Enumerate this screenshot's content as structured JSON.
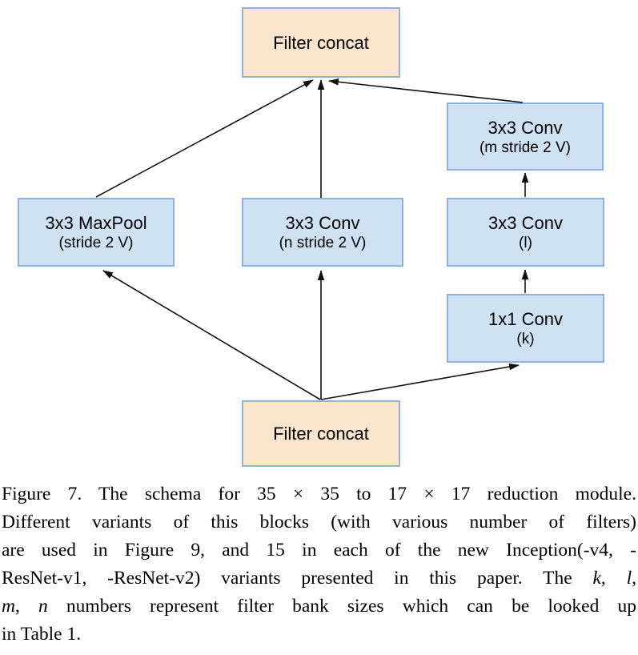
{
  "diagram": {
    "nodes": [
      {
        "id": "filter-concat-top",
        "line1": "Filter concat",
        "line2": ""
      },
      {
        "id": "maxpool-3x3",
        "line1": "3x3 MaxPool",
        "line2": "(stride 2 V)"
      },
      {
        "id": "conv-3x3-n",
        "line1": "3x3 Conv",
        "line2": "(n stride 2 V)"
      },
      {
        "id": "conv-3x3-m",
        "line1": "3x3 Conv",
        "line2": "(m stride 2 V)"
      },
      {
        "id": "conv-3x3-l",
        "line1": "3x3 Conv",
        "line2": "(l)"
      },
      {
        "id": "conv-1x1-k",
        "line1": "1x1 Conv",
        "line2": "(k)"
      },
      {
        "id": "filter-concat-bottom",
        "line1": "Filter concat",
        "line2": ""
      }
    ],
    "edges": [
      {
        "from": "maxpool-3x3",
        "to": "filter-concat-top"
      },
      {
        "from": "conv-3x3-n",
        "to": "filter-concat-top"
      },
      {
        "from": "conv-3x3-m",
        "to": "filter-concat-top"
      },
      {
        "from": "filter-concat-bottom",
        "to": "maxpool-3x3"
      },
      {
        "from": "filter-concat-bottom",
        "to": "conv-3x3-n"
      },
      {
        "from": "filter-concat-bottom",
        "to": "conv-1x1-k"
      },
      {
        "from": "conv-1x1-k",
        "to": "conv-3x3-l"
      },
      {
        "from": "conv-3x3-l",
        "to": "conv-3x3-m"
      }
    ],
    "colors": {
      "concat_fill": "#fce5cd",
      "conv_fill": "#cfe2f3",
      "box_border": "#8fb2e0",
      "arrow": "#111111",
      "text": "#000000"
    }
  },
  "caption": {
    "lines": [
      {
        "segments": [
          {
            "text": "Figure 7. The schema for 35 × 35 to 17 × 17 reduction module."
          }
        ]
      },
      {
        "segments": [
          {
            "text": "Different variants of this blocks (with various number of filters)"
          }
        ]
      },
      {
        "segments": [
          {
            "text": "are used in Figure 9, and 15 in each of the new Inception(-v4, -"
          }
        ]
      },
      {
        "segments": [
          {
            "text": "ResNet-v1, -ResNet-v2) variants presented in this paper. The "
          },
          {
            "text": "k"
          },
          {
            "text": ", "
          },
          {
            "text": "l"
          },
          {
            "text": ","
          }
        ]
      },
      {
        "segments": [
          {
            "text": "m"
          },
          {
            "text": ", "
          },
          {
            "text": "n"
          },
          {
            "text": " numbers represent filter bank sizes which can be looked up"
          }
        ]
      },
      {
        "segments": [
          {
            "text": "in Table 1."
          }
        ]
      }
    ]
  }
}
